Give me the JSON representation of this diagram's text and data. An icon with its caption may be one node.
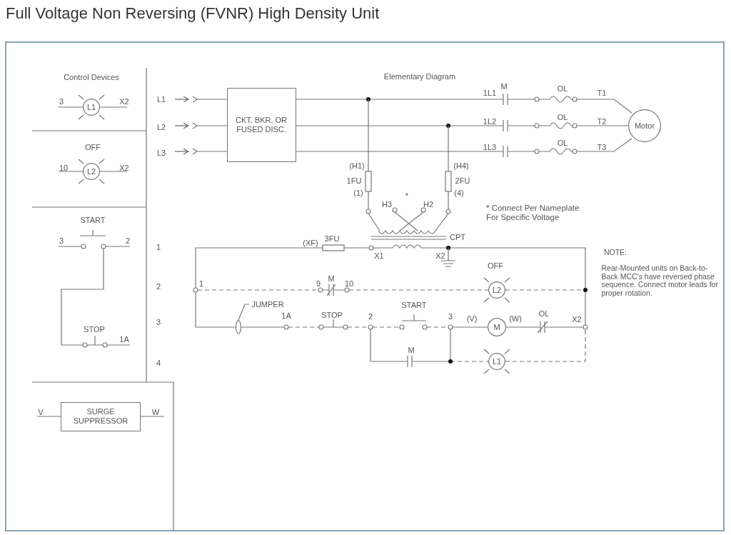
{
  "diagram": {
    "title": "Full Voltage Non Reversing (FVNR) High Density Unit",
    "nodes": [
      {
        "text": [
          "L1"
        ]
      },
      {
        "text": [
          "L2"
        ],
        "beside": [
          "OFF"
        ]
      },
      {
        "text": [
          "CKT. BKR. OR FUSED DISC."
        ]
      },
      {
        "text": [
          "Motor"
        ]
      },
      {
        "text": [
          "L2"
        ],
        "beside": [
          "OFF"
        ]
      },
      {
        "text": [
          "M"
        ]
      },
      {
        "text": [
          "L1"
        ]
      },
      {
        "text": [
          "SURGE SUPPRESSOR"
        ]
      },
      {
        "text": [
          "JUMPER"
        ]
      },
      {
        "text": [],
        "shape": "ellipse"
      }
    ],
    "edges": [
      {
        "from": 8,
        "to": 9,
        "arrow": "none"
      }
    ],
    "labels": [
      "Control Devices",
      "3",
      "X2",
      "10",
      "X2",
      "START",
      "3",
      "2",
      "STOP",
      "1A",
      "V",
      "W",
      "Elementary Diagram",
      "L1",
      "L2",
      "L3",
      "1L1",
      "M",
      "OL",
      "T1",
      "1L2",
      "OL",
      "T2",
      "1L3",
      "OL",
      "T3",
      "(H1)",
      "1FU",
      "(1)",
      "(H4)",
      "2FU",
      "(4)",
      "H3",
      "*",
      "H2",
      "* Connect Per Nameplate For Specific Voltage",
      "CPT",
      "(XF)",
      "3FU",
      "X1",
      "X2",
      "1",
      "2",
      "3",
      "4",
      "1",
      "9",
      "M",
      "10",
      "1A",
      "STOP",
      "2",
      "START",
      "3",
      "(V)",
      "(W)",
      "OL",
      "X2",
      "M",
      "NOTE:",
      "Rear-Mounted units on Back-to-Back MCC's have reversed phase sequence. Connect motor leads for proper rotation."
    ]
  }
}
